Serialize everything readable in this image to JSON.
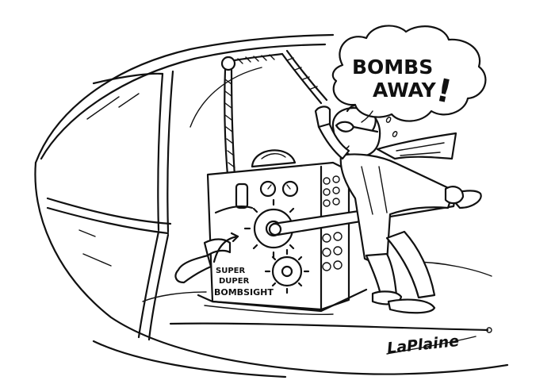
{
  "speech_bubble": {
    "line1": "BOMBS",
    "line2": "AWAY",
    "mark": "!"
  },
  "box_label": {
    "line1": "SUPER",
    "line2": "DUPER",
    "line3": "BOMBSIGHT"
  },
  "signature": "LaPlaine"
}
